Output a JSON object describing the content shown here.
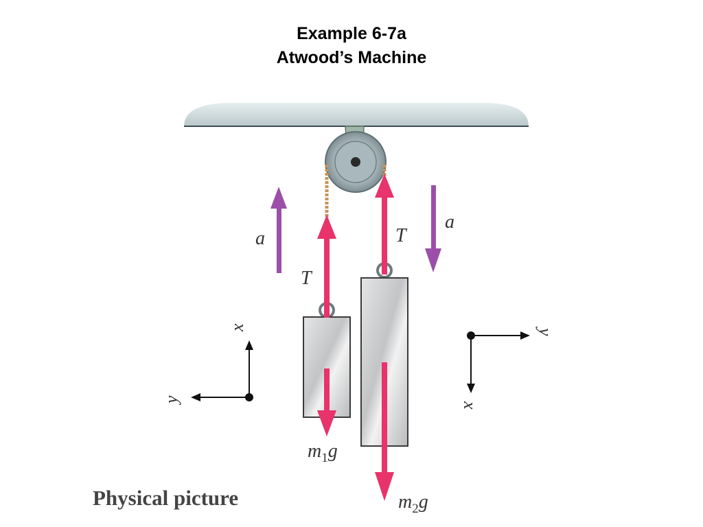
{
  "title_line1": "Example 6-7a",
  "title_line2": "Atwood’s Machine",
  "caption": "Physical picture",
  "labels": {
    "a_left": "a",
    "a_right": "a",
    "T_left": "T",
    "T_right": "T",
    "m1g_m": "m",
    "m1g_sub": "1",
    "m1g_g": "g",
    "m2g_m": "m",
    "m2g_sub": "2",
    "m2g_g": "g",
    "axis_left_x": "x",
    "axis_left_y": "y",
    "axis_right_x": "x",
    "axis_right_y": "y"
  },
  "colors": {
    "force_arrow": "#e8336b",
    "accel_arrow": "#9b4fa8",
    "ceiling": "#c9d6d8",
    "block_face": "#cfd1d3",
    "rope": "#c8935a"
  }
}
